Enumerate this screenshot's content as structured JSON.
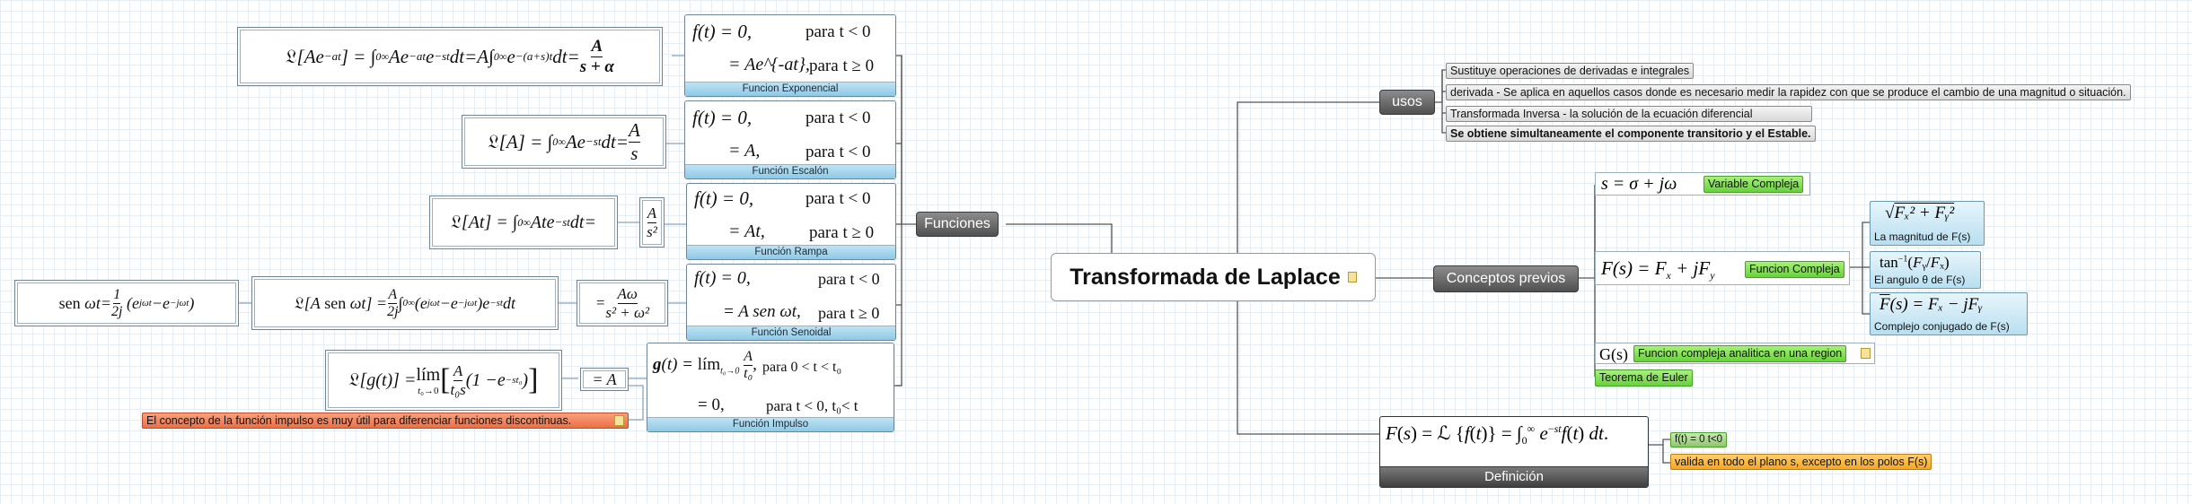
{
  "root": {
    "title": "Transformada de Laplace"
  },
  "funciones": {
    "label": "Funciones",
    "exponencial": {
      "caption": "Funcion Exponencial",
      "transform": "𝔏[Ae^{-at}] = ∫₀^∞ Ae^{-at}e^{-st} dt = A∫₀^∞ e^{-(a+s)t} dt = A/(s+a)",
      "row1": "f(t) = 0,",
      "row1r": "para t < 0",
      "row2": "= Ae^{-at},",
      "row2r": "para t ≥ 0"
    },
    "escalon": {
      "caption": "Función Escalón",
      "transform": "𝔏[A] = ∫₀^∞ Ae^{-st} dt = A/s",
      "row1": "f(t) = 0,",
      "row1r": "para t < 0",
      "row2": "= A,",
      "row2r": "para t < 0"
    },
    "rampa": {
      "caption": "Función Rampa",
      "transform": "𝔏[At] = ∫₀^∞ Ate^{-st} dt =",
      "result": "A/s²",
      "row1": "f(t) = 0,",
      "row1r": "para t < 0",
      "row2": "= At,",
      "row2r": "para t ≥ 0"
    },
    "senoidal": {
      "caption": "Función Senoidal",
      "identity": "sen ωt = 1/2j (e^{jωt} − e^{−jωt})",
      "transform": "𝔏[A sen ωt] = A/2j ∫₀^∞ (e^{jωt} − e^{−jωt})e^{−st} dt",
      "result": "= Aω/(s² + ω²)",
      "row1": "f(t) = 0,",
      "row1r": "para t < 0",
      "row2": "= A sen ωt,",
      "row2r": "para t ≥ 0"
    },
    "impulso": {
      "caption": "Función Impulso",
      "transform": "𝔏[g(t)] = lím t₀→0 [A/t₀s (1 − e^{−st₀})]",
      "result": "= A",
      "row1": "g(t) = lím t₀→0 A/t₀,",
      "row1r": "para 0 < t < t₀",
      "row2": "= 0,",
      "row2r": "para t < 0, t₀< t",
      "note": "El concepto de la función impulso es muy útil para diferenciar  funciones discontinuas."
    }
  },
  "usos": {
    "label": "usos",
    "items": [
      "Sustituye operaciones de derivadas e integrales",
      "derivada - Se aplica en aquellos casos donde es necesario medir la rapidez con que se produce el cambio de una magnitud o situación.",
      "Transformada Inversa - la  solución  de  la  ecuación  diferencial",
      "Se obtiene simultaneamente el componente transitorio y el Estable."
    ]
  },
  "conceptos": {
    "label": "Conceptos previos",
    "variable": {
      "formula": "s = σ + jω",
      "label": "Variable Compleja"
    },
    "funcion": {
      "formula": "F(s) = Fx + jFy",
      "label": "Funcion Compleja",
      "magnitud": {
        "formula": "√(Fx² + Fy²)",
        "label": "La magnitud de F(s)"
      },
      "angulo": {
        "formula": "tan⁻¹(Fy/Fx)",
        "label": "El angulo θ de F(s)"
      },
      "conjugado": {
        "formula": "F̄(s) = Fx − jFy",
        "label": "Complejo conjugado de F(s)"
      }
    },
    "analitica": {
      "formula": "G(s)",
      "label": "Funcion compleja analitica en una region"
    },
    "euler": {
      "label": "Teorema de Euler"
    }
  },
  "definicion": {
    "caption": "Definición",
    "formula": "F(s) = ℒ{f(t)} = ∫₀^∞ e^{−st} f(t) dt.",
    "cond1": "f(t) = 0      t<0",
    "cond2": "valida en todo el plano s, excepto en los polos F(s)"
  },
  "colors": {
    "topic": "#606060",
    "caption": "#a9d8ee",
    "green": "#77dd44",
    "orange": "#f5a623",
    "salmon": "#ee7a50",
    "lines": "#555555"
  }
}
